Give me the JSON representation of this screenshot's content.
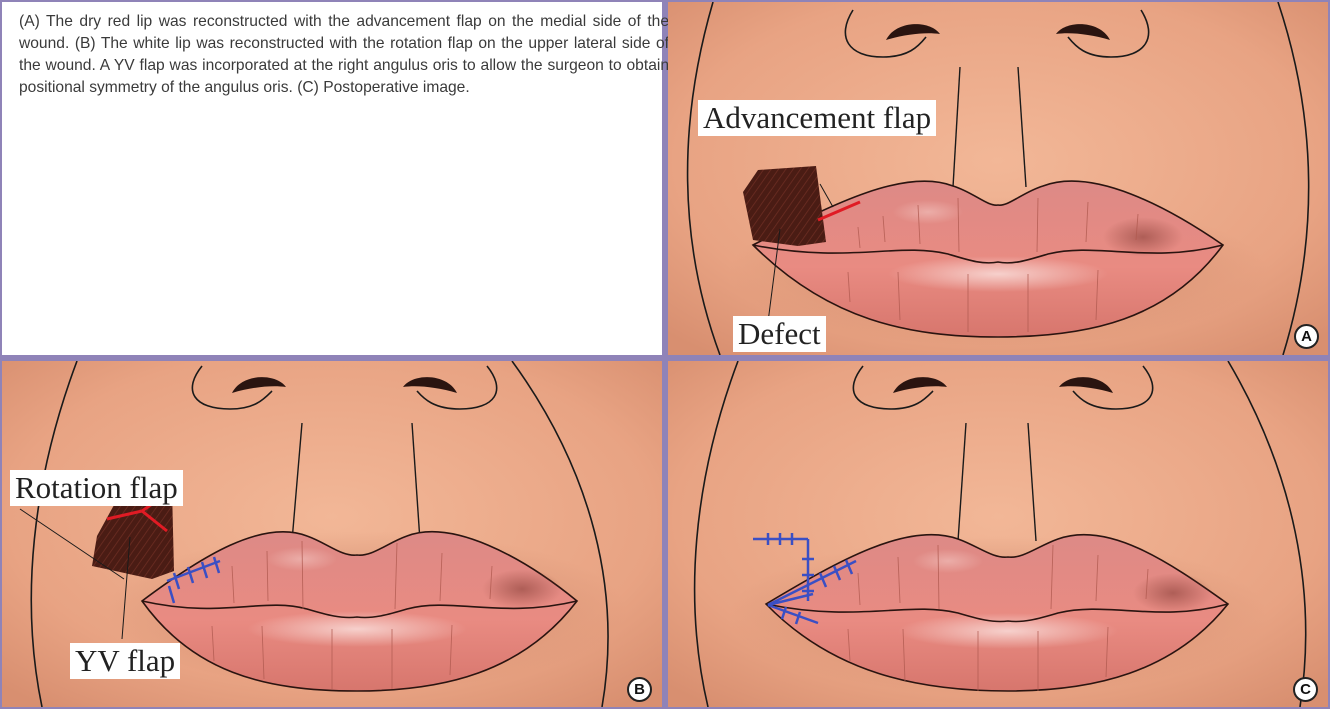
{
  "caption": "(A) The dry red lip was reconstructed with the advancement flap on the medial side of the wound. (B) The white lip was reconstructed with the rotation flap on the upper lateral side of the wound. A YV flap was incorporated at the right angulus oris to allow the surgeon to obtain positional symmetry of the angulus oris. (C) Postoperative image.",
  "panels": {
    "a": {
      "badge": "A",
      "labels": {
        "advancement": "Advancement flap",
        "defect": "Defect"
      }
    },
    "b": {
      "badge": "B",
      "labels": {
        "rotation": "Rotation flap",
        "yv": "YV flap"
      }
    },
    "c": {
      "badge": "C"
    }
  },
  "colors": {
    "frame": "#8f83b8",
    "skin": "#e9a686",
    "lip": "#e4847c",
    "defect": "#4a1c14",
    "incision_red": "#e01b24",
    "suture_blue": "#3a4fc4"
  }
}
